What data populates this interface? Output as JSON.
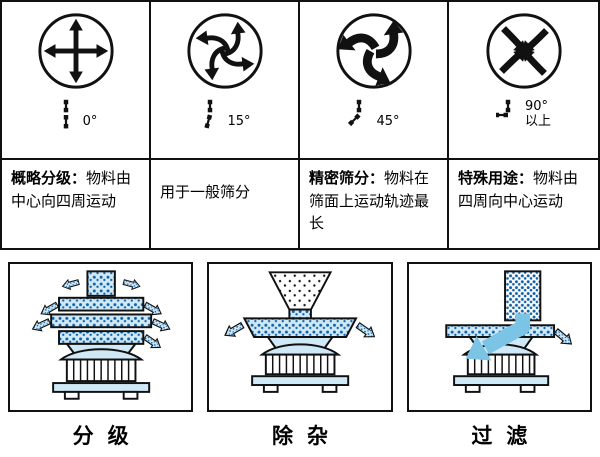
{
  "motion_table": {
    "columns": [
      {
        "icon": "radial-outward-arrows-icon",
        "angle": "0°",
        "angle2": "",
        "title": "概略分级：",
        "desc": "物料由中心向四周运动"
      },
      {
        "icon": "four-curved-arrows-icon",
        "angle": "15°",
        "angle2": "",
        "title": "",
        "desc": "用于一般筛分"
      },
      {
        "icon": "three-swirl-arrows-icon",
        "angle": "45°",
        "angle2": "",
        "title": "精密筛分：",
        "desc": "物料在筛面上运动轨迹最长"
      },
      {
        "icon": "inward-arrows-icon",
        "angle": "90°",
        "angle2": "以上",
        "title": "特殊用途：",
        "desc": "物料由四周向中心运动"
      }
    ]
  },
  "applications": {
    "panels": [
      {
        "label": "分级",
        "illustration": "multi-deck-grading-sieve"
      },
      {
        "label": "除杂",
        "illustration": "impurity-removal-sieve"
      },
      {
        "label": "过滤",
        "illustration": "filtration-sieve"
      }
    ]
  },
  "colors": {
    "line": "#111111",
    "machine_fill": "#cfe9f6",
    "particle_blue": "#1060a8",
    "flow_arrow_blue": "#7cc4e6"
  }
}
